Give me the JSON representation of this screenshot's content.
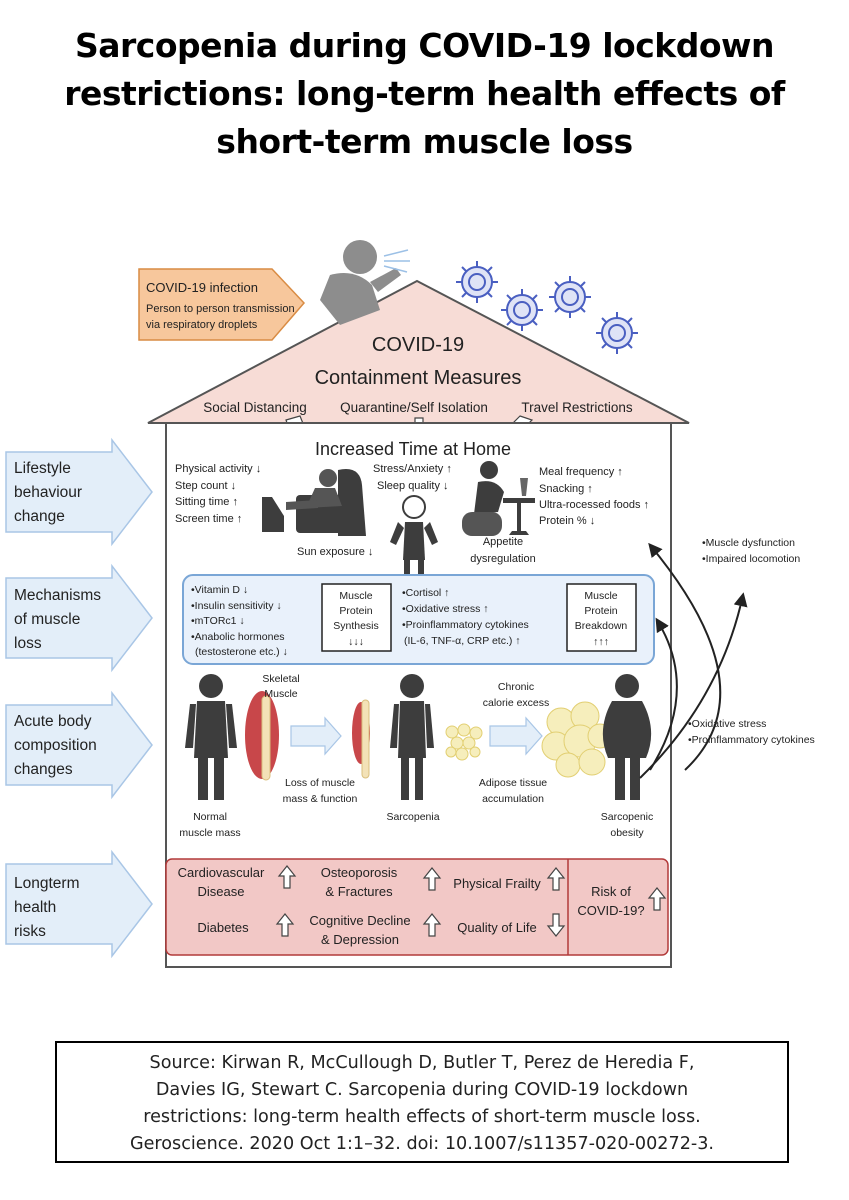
{
  "title": {
    "lines": [
      "Sarcopenia during COVID-19 lockdown",
      "restrictions: long-term health effects of",
      "short-term muscle loss"
    ]
  },
  "infection": {
    "title": "COVID-19 infection",
    "line1": "Person to person transmission",
    "line2": "via respiratory droplets"
  },
  "roof": {
    "line1": "COVID-19",
    "line2": "Containment Measures",
    "measures": [
      "Social Distancing",
      "Quarantine/Self Isolation",
      "Travel Restrictions"
    ]
  },
  "home": {
    "heading": "Increased Time at Home",
    "activity": [
      "Physical activity ↓",
      "Step count ↓",
      "Sitting time ↑",
      "Screen time ↑"
    ],
    "stress": [
      "Stress/Anxiety ↑",
      "Sleep quality ↓"
    ],
    "meals": [
      "Meal frequency ↑",
      "Snacking ↑",
      "Ultra-rocessed foods ↑",
      "Protein % ↓"
    ],
    "sun": "Sun exposure ↓",
    "appetite": [
      "Appetite",
      "dysregulation"
    ]
  },
  "mechanisms": {
    "left": [
      "•Vitamin D ↓",
      "•Insulin sensitivity ↓",
      "•mTORc1 ↓",
      "•Anabolic hormones",
      "(testosterone etc.) ↓"
    ],
    "synthesis": [
      "Muscle",
      "Protein",
      "Synthesis",
      "↓↓↓"
    ],
    "right": [
      "•Cortisol ↑",
      "•Oxidative stress ↑",
      "•Proinflammatory cytokines",
      "(IL-6, TNF-α, CRP etc.) ↑"
    ],
    "breakdown": [
      "Muscle",
      "Protein",
      "Breakdown",
      "↑↑↑"
    ]
  },
  "composition": {
    "skeletal": [
      "Skeletal",
      "Muscle"
    ],
    "loss": [
      "Loss of muscle",
      "mass & function"
    ],
    "chronic": [
      "Chronic",
      "calorie excess"
    ],
    "adipose": [
      "Adipose tissue",
      "accumulation"
    ],
    "normal": [
      "Normal",
      "muscle mass"
    ],
    "sarcopenia": "Sarcopenia",
    "obesity": [
      "Sarcopenic",
      "obesity"
    ]
  },
  "feedback": {
    "upper": [
      "•Muscle dysfunction",
      "•Impaired locomotion"
    ],
    "lower": [
      "•Oxidative stress",
      "•Proinflammatory cytokines"
    ]
  },
  "risks": {
    "cardio": [
      "Cardiovascular",
      "Disease"
    ],
    "osteo": [
      "Osteoporosis",
      "& Fractures"
    ],
    "frailty": "Physical Frailty",
    "diabetes": "Diabetes",
    "cognitive": [
      "Cognitive Decline",
      "& Depression"
    ],
    "quality": "Quality of Life",
    "covid": [
      "Risk of",
      "COVID-19?"
    ]
  },
  "side_labels": {
    "lifestyle": [
      "Lifestyle",
      "behaviour",
      "change"
    ],
    "mechanisms": [
      "Mechanisms",
      "of muscle",
      "loss"
    ],
    "acute": [
      "Acute body",
      "composition",
      "changes"
    ],
    "longterm": [
      "Longterm",
      "health",
      "risks"
    ]
  },
  "source": {
    "lines": [
      "Source: Kirwan R, McCullough D, Butler T, Perez de Heredia F,",
      "Davies IG, Stewart C. Sarcopenia during COVID-19 lockdown",
      "restrictions: long-term health effects of short-term muscle loss.",
      "Geroscience. 2020 Oct 1:1–32. doi: 10.1007/s11357-020-00272-3."
    ]
  },
  "colors": {
    "roof_fill": "#f7dcd6",
    "infection_fill": "#f7c79c",
    "infection_stroke": "#d98c44",
    "side_arrow_fill": "#e3eef9",
    "side_arrow_stroke": "#a9c6e6",
    "mechanisms_fill": "#e9f1fb",
    "mechanisms_stroke": "#7aa6d6",
    "risks_fill": "#f2c8c6",
    "risks_stroke": "#b23a3a",
    "figure_fill": "#3d3d3d",
    "muscle_fill": "#c8474a",
    "bone_fill": "#f3e2b7",
    "virus_stroke": "#4a5fc1"
  }
}
